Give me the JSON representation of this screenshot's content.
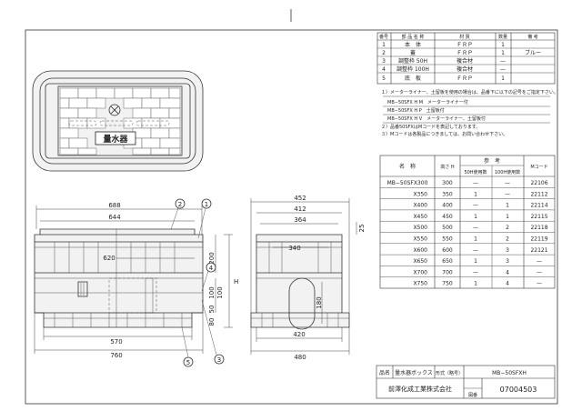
{
  "parts_table": {
    "headers": [
      "番号",
      "部 品 名 称",
      "材 質",
      "数量",
      "備 考"
    ],
    "rows": [
      [
        "1",
        "本　体",
        "ＦＲＰ",
        "1",
        ""
      ],
      [
        "2",
        "蓋",
        "ＦＲＰ",
        "1",
        "ブルー"
      ],
      [
        "3",
        "調整枠 50H",
        "複合材",
        "—",
        ""
      ],
      [
        "4",
        "調整枠 100H",
        "複合材",
        "—",
        ""
      ],
      [
        "5",
        "底　板",
        "ＦＲＰ",
        "1",
        ""
      ]
    ]
  },
  "notes": [
    "１）メーターライナー、土留板を使用の場合は、品番下に以下の記号をご指定下さい。",
    "MB−50SFX H M　メーターライナー付",
    "MB−50SFX H P　土留板付",
    "MB−50SFX H V　メーターライナー、土留板付",
    "２）品番50SFXはMコードを表記しております。",
    "３）Mコードは各製品につきましては、お問い合わせ下さい。"
  ],
  "lid_label": "量水器",
  "model_table": {
    "header_name": "名　称",
    "header_height": "高さ H",
    "header_ref": "参　考",
    "header_50h": "50H使用数",
    "header_100h": "100H使用数",
    "header_mcode": "Mコード",
    "rows": [
      [
        "MB−50SFX300",
        "300",
        "—",
        "—",
        "22106"
      ],
      [
        "X350",
        "350",
        "1",
        "—",
        "22112"
      ],
      [
        "X400",
        "400",
        "—",
        "1",
        "22114"
      ],
      [
        "X450",
        "450",
        "1",
        "1",
        "22115"
      ],
      [
        "X500",
        "500",
        "—",
        "2",
        "22118"
      ],
      [
        "X550",
        "550",
        "1",
        "2",
        "22119"
      ],
      [
        "X600",
        "600",
        "—",
        "3",
        "22121"
      ],
      [
        "X650",
        "650",
        "1",
        "3",
        "—"
      ],
      [
        "X700",
        "700",
        "—",
        "4",
        "—"
      ],
      [
        "X750",
        "750",
        "1",
        "4",
        "—"
      ]
    ]
  },
  "front_dims": {
    "w688": "688",
    "w644": "644",
    "w620": "620",
    "w570": "570",
    "w760": "760",
    "h200": "200",
    "h100": "100",
    "h50": "50",
    "h100b": "100",
    "h80": "80",
    "hH": "H"
  },
  "side_dims": {
    "w452": "452",
    "w412": "412",
    "w364": "364",
    "w340": "340",
    "w180": "180",
    "w420": "420",
    "w480": "480",
    "h25": "25"
  },
  "callouts": [
    "1",
    "2",
    "3",
    "4",
    "5"
  ],
  "title_block": {
    "name_label": "品名",
    "name_value": "量水器ボックス",
    "model_label": "形式（略号）",
    "model_value": "MB−50SFXH",
    "company": "前澤化成工業株式会社",
    "drawing_no_label": "図番",
    "drawing_no": "07004503"
  }
}
